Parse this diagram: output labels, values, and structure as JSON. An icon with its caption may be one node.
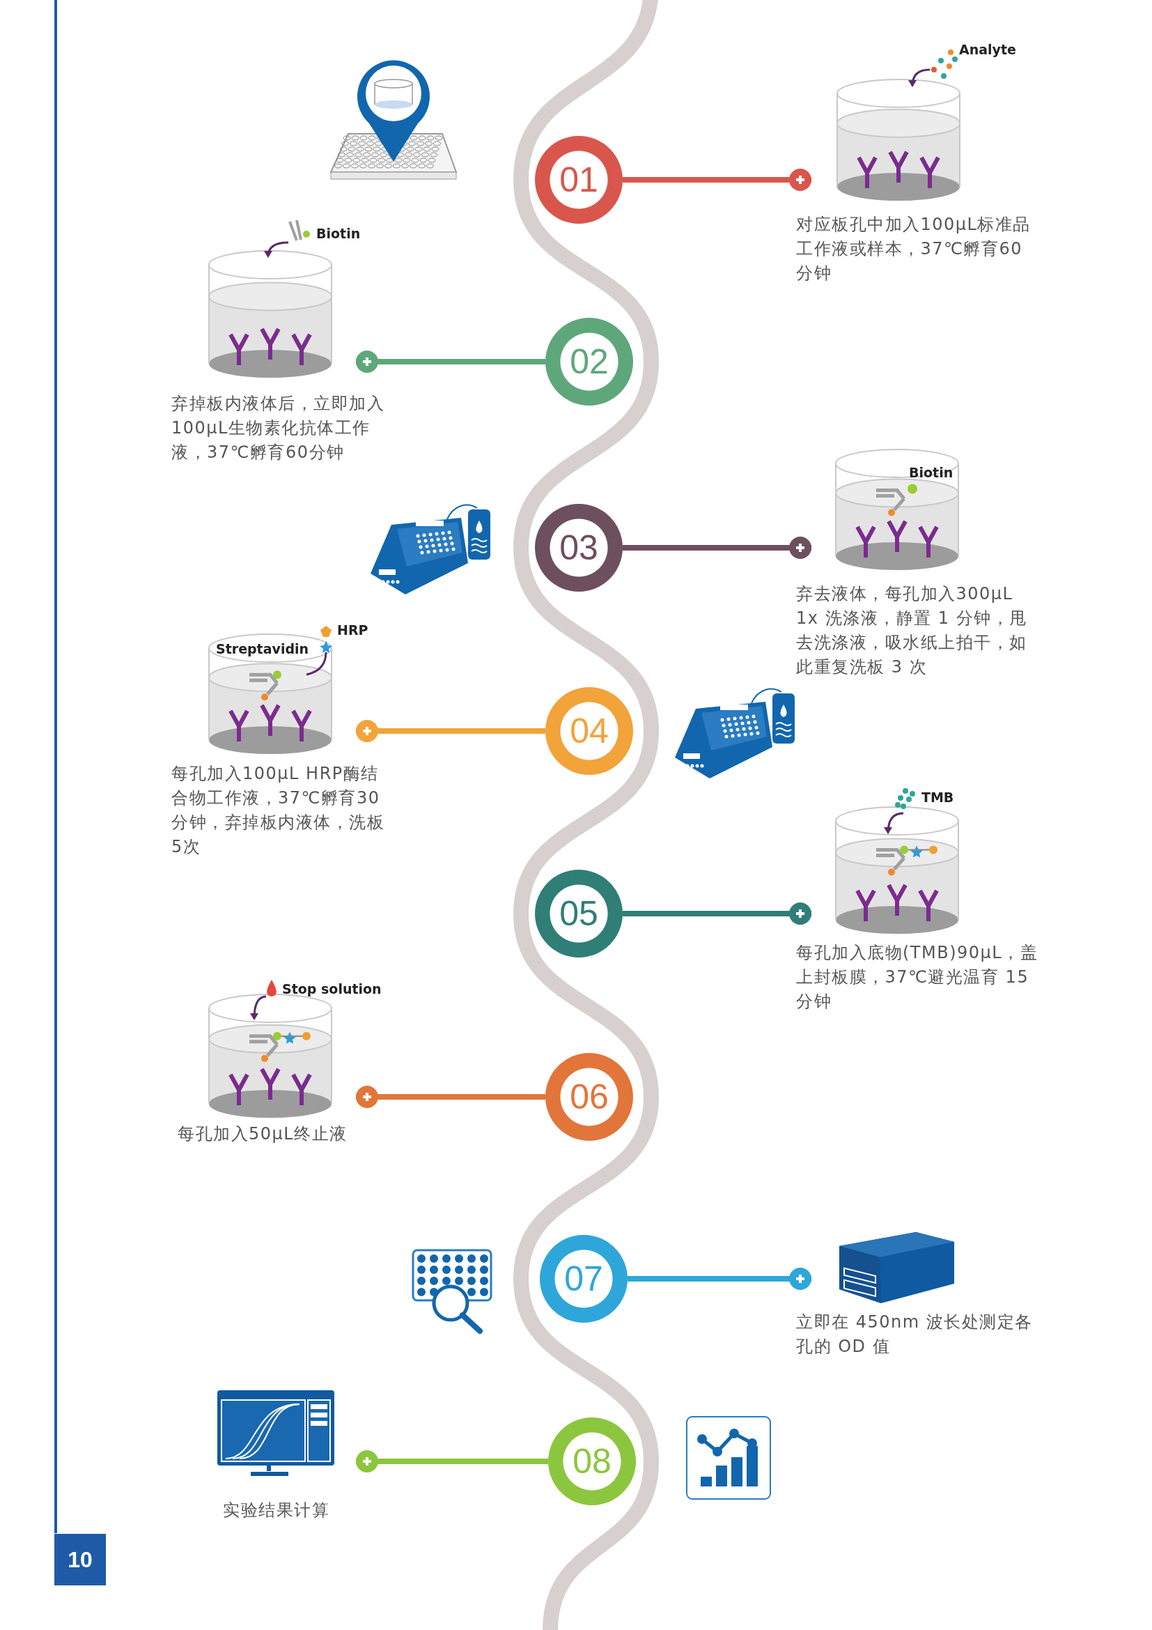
{
  "diagram": {
    "nodes": [
      {
        "text": [
          "01"
        ]
      },
      {
        "text": [
          "Analyte"
        ],
        "beside": [
          "对应板孔中加入100μL标准品工作液或样本，37℃孵育60分钟"
        ]
      },
      {
        "text": [
          "02"
        ]
      },
      {
        "text": [
          "Biotin"
        ],
        "beside": [
          "弃掉板内液体后，立即加入100μL生物素化抗体工作液，37℃孵育60分钟"
        ]
      },
      {
        "text": [
          "03"
        ]
      },
      {
        "text": [
          "Biotin"
        ],
        "beside": [
          "弃去液体，每孔加入300μL 1x 洗涤液，静置 1 分钟，甩去洗涤液，吸水纸上拍干，如此重复洗板 3 次"
        ]
      },
      {
        "text": [
          "04"
        ]
      },
      {
        "text": [
          "Streptavidin",
          "HRP"
        ],
        "beside": [
          "每孔加入100μL HRP酶结合物工作液，37℃孵育30分钟，弃掉板内液体，洗板5次"
        ]
      },
      {
        "text": [
          "05"
        ]
      },
      {
        "text": [
          "TMB"
        ],
        "beside": [
          "每孔加入底物(TMB)90μL，盖上封板膜，37℃避光温育 15 分钟"
        ]
      },
      {
        "text": [
          "06"
        ]
      },
      {
        "text": [
          "Stop solution"
        ],
        "beside": [
          "每孔加入50μL终止液"
        ]
      },
      {
        "text": [
          "07"
        ]
      },
      {
        "text": [],
        "shape": "picture",
        "beside": [
          "立即在 450nm 波长处测定各孔的 OD 值"
        ]
      },
      {
        "text": [
          "08"
        ]
      },
      {
        "text": [],
        "shape": "picture",
        "beside": [
          "实验结果计算"
        ]
      }
    ],
    "edges": [
      {
        "from": 0,
        "to": 1,
        "arrow": "other",
        "color": "#d9564c"
      },
      {
        "from": 2,
        "to": 3,
        "arrow": "other",
        "color": "#5ea77b"
      },
      {
        "from": 4,
        "to": 5,
        "arrow": "other",
        "color": "#6e4f5e"
      },
      {
        "from": 6,
        "to": 7,
        "arrow": "other",
        "color": "#f2a33a"
      },
      {
        "from": 8,
        "to": 9,
        "arrow": "other",
        "color": "#2f7f76"
      },
      {
        "from": 10,
        "to": 11,
        "arrow": "other",
        "color": "#e2753a"
      },
      {
        "from": 12,
        "to": 13,
        "arrow": "other",
        "color": "#2ea6da"
      },
      {
        "from": 14,
        "to": 15,
        "arrow": "other",
        "color": "#8cc63f"
      }
    ],
    "labels": [
      "10"
    ]
  }
}
